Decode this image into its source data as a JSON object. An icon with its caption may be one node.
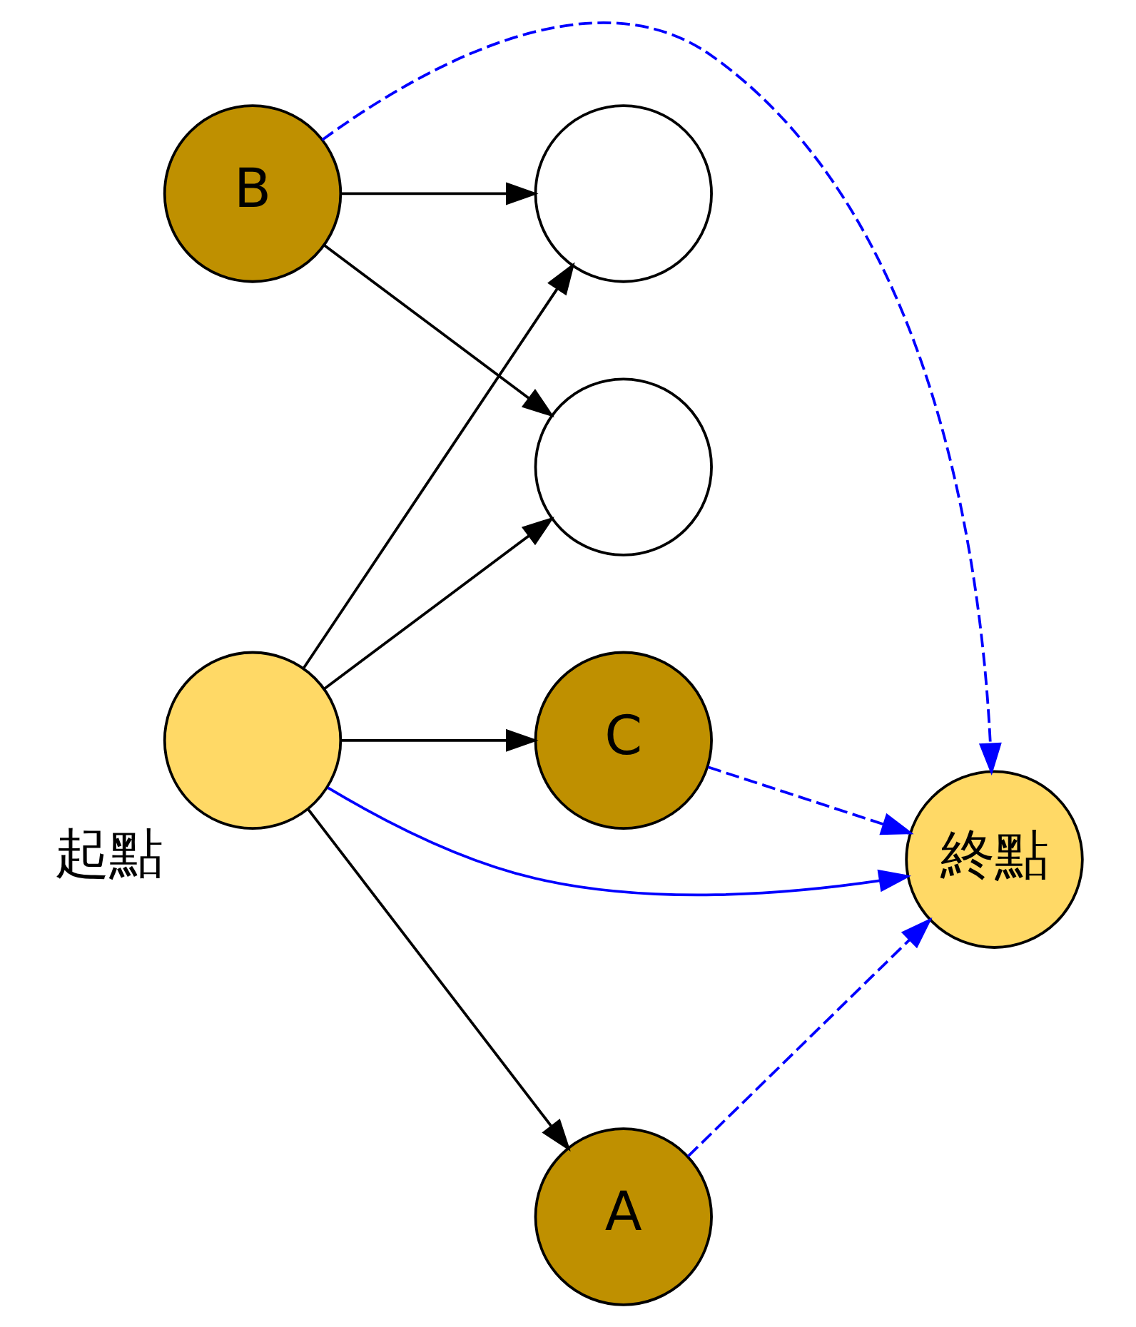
{
  "diagram": {
    "nodes": [
      {
        "text": [
          "起點"
        ]
      },
      {
        "text": [
          "A"
        ]
      },
      {
        "text": [
          "終點"
        ]
      },
      {
        "text": [
          "B"
        ]
      },
      {
        "text": [
          "C"
        ]
      },
      {
        "text": [],
        "shape": "circle"
      },
      {
        "text": [],
        "shape": "circle"
      }
    ],
    "edges": [
      {
        "from": 0,
        "to": 1,
        "arrow": "to"
      },
      {
        "from": 0,
        "to": 2,
        "arrow": "to",
        "color": "#0000ff"
      },
      {
        "from": 0,
        "to": 4,
        "arrow": "to"
      },
      {
        "from": 0,
        "to": 5,
        "arrow": "to"
      },
      {
        "from": 0,
        "to": 6,
        "arrow": "to"
      },
      {
        "from": 3,
        "to": 5,
        "arrow": "to"
      },
      {
        "from": 3,
        "to": 6,
        "arrow": "to"
      },
      {
        "from": 1,
        "to": 2,
        "arrow": "to",
        "style": "dashed",
        "color": "#0000ff"
      },
      {
        "from": 3,
        "to": 2,
        "arrow": "to",
        "style": "dashed",
        "color": "#0000ff"
      },
      {
        "from": 4,
        "to": 2,
        "arrow": "to",
        "style": "dashed",
        "color": "#0000ff"
      }
    ]
  }
}
